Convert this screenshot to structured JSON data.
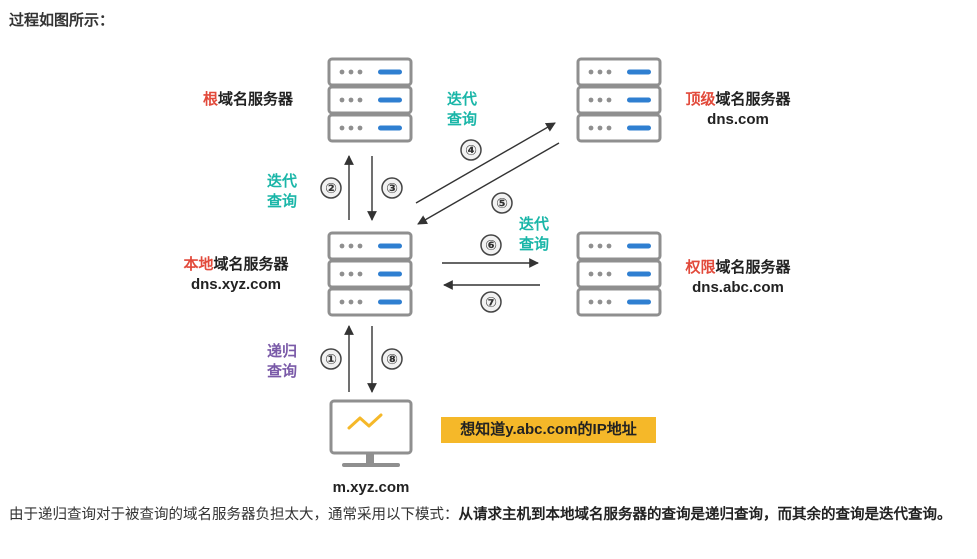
{
  "intro": "过程如图所示：",
  "root_server": {
    "highlight": "根",
    "rest": "域名服务器"
  },
  "tld_server": {
    "highlight": "顶级",
    "rest": "域名服务器",
    "domain": "dns.com"
  },
  "local_server": {
    "highlight": "本地",
    "rest": "域名服务器",
    "domain": "dns.xyz.com"
  },
  "auth_server": {
    "highlight": "权限",
    "rest": "域名服务器",
    "domain": "dns.abc.com"
  },
  "host": {
    "domain": "m.xyz.com"
  },
  "labels": {
    "iter_a1": "迭代",
    "iter_a2": "查询",
    "iter_b1": "迭代",
    "iter_b2": "查询",
    "iter_c1": "迭代",
    "iter_c2": "查询",
    "rec_1": "递归",
    "rec_2": "查询"
  },
  "steps": [
    "①",
    "②",
    "③",
    "④",
    "⑤",
    "⑥",
    "⑦",
    "⑧"
  ],
  "note": "想知道y.abc.com的IP地址",
  "footer": {
    "normal": "由于递归查询对于被查询的域名服务器负担太大，通常采用以下模式：",
    "bold": "从请求主机到本地域名服务器的查询是递归查询，而其余的查询是迭代查询。"
  },
  "colors": {
    "highlight": "#e24a3b",
    "iterative": "#1ab6a8",
    "recursive": "#7a5aa8",
    "accent_bar": "#2f7fd1",
    "note_bg": "#f5b829"
  }
}
